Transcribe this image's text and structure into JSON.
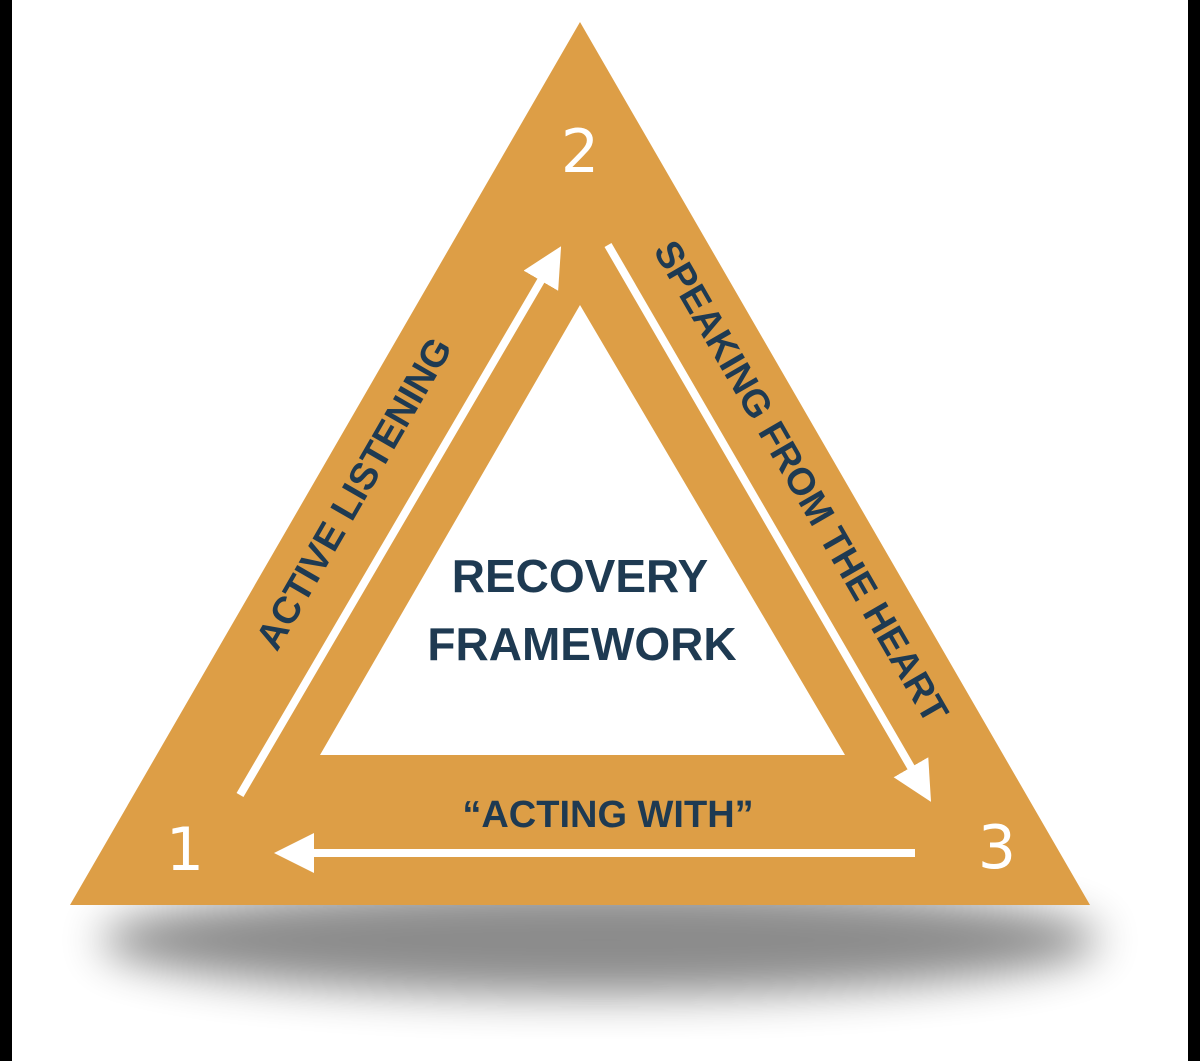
{
  "diagram": {
    "center_line1": "RECOVERY",
    "center_line2": "FRAMEWORK",
    "steps": [
      {
        "number": "1"
      },
      {
        "number": "2"
      },
      {
        "number": "3"
      }
    ],
    "edges": [
      {
        "label": "ACTIVE LISTENING"
      },
      {
        "label": "SPEAKING FROM THE HEART"
      },
      {
        "label": "“ACTING WITH”"
      }
    ]
  },
  "colors": {
    "triangle_fill": "#dd9e46",
    "text_dark": "#1e3a52",
    "arrow": "#ffffff",
    "inner_fill": "#ffffff"
  }
}
